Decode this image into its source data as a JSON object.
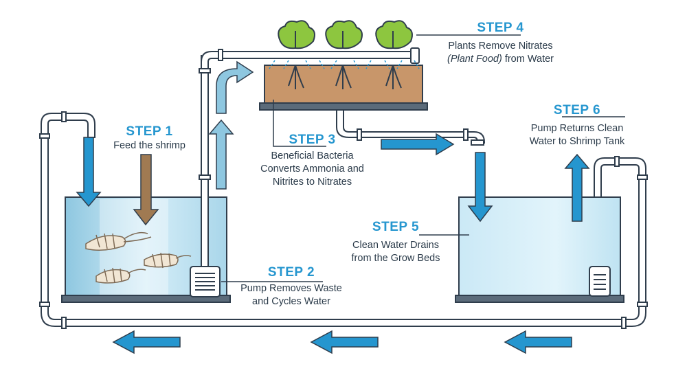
{
  "colors": {
    "pipe_fill": "#ffffff",
    "pipe_stroke": "#2f3d4c",
    "water_light": "#d6eef8",
    "water_mid": "#a9d6ea",
    "flow_arrow": "#2596cf",
    "feed_arrow": "#a07a52",
    "grow_bed": "#c8966a",
    "plant_green": "#8dc63f",
    "outline": "#2f3d4c",
    "step_title": "#2596cf"
  },
  "steps": [
    {
      "title": "STEP 1",
      "text": "Feed the shrimp"
    },
    {
      "title": "STEP 2",
      "line1": "Pump Removes Waste",
      "line2": "and Cycles Water"
    },
    {
      "title": "STEP 3",
      "line1": "Beneficial Bacteria",
      "line2": "Converts Ammonia and",
      "line3": "Nitrites to Nitrates"
    },
    {
      "title": "STEP 4",
      "line1": "Plants Remove Nitrates",
      "line2_italic": "(Plant Food)",
      "line2_rest": " from Water"
    },
    {
      "title": "STEP 5",
      "line1": "Clean Water Drains",
      "line2": "from the Grow Beds"
    },
    {
      "title": "STEP 6",
      "line1": "Pump Returns Clean",
      "line2": "Water to Shrimp Tank"
    }
  ],
  "icons": {
    "shrimp": "shrimp-icon",
    "plant": "lettuce-plant-icon",
    "pump": "pump-icon",
    "arrow": "flow-arrow-icon"
  }
}
